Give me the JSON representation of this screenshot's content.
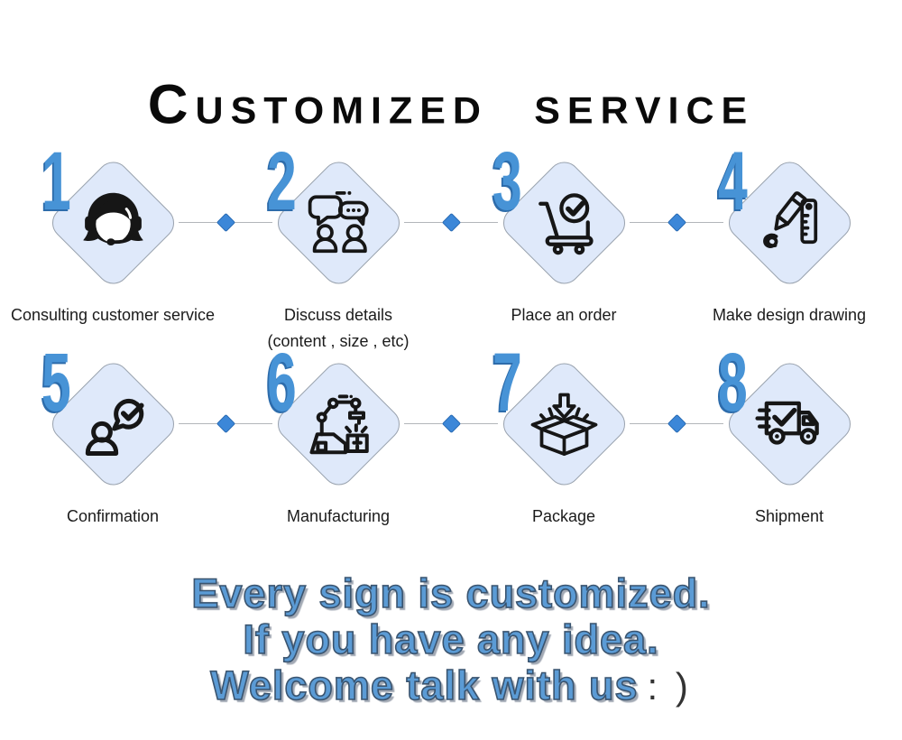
{
  "title": "Customized Service",
  "steps": [
    {
      "number": "1",
      "label": "Consulting customer service",
      "icon": "customer-service-agent"
    },
    {
      "number": "2",
      "label": "Discuss details",
      "label2": "(content , size , etc)",
      "icon": "chat-discussion"
    },
    {
      "number": "3",
      "label": "Place an order",
      "icon": "shopping-cart-check"
    },
    {
      "number": "4",
      "label": "Make design drawing",
      "icon": "pencil-and-ruler"
    },
    {
      "number": "5",
      "label": "Confirmation",
      "icon": "person-check-bubble"
    },
    {
      "number": "6",
      "label": "Manufacturing",
      "icon": "robot-arm"
    },
    {
      "number": "7",
      "label": "Package",
      "icon": "open-box-arrow"
    },
    {
      "number": "8",
      "label": "Shipment",
      "icon": "delivery-truck"
    }
  ],
  "slogan": {
    "line1": "Every sign is customized.",
    "line2": "If you have any idea.",
    "line3": "Welcome talk with us",
    "line3_suffix": ": )"
  },
  "colors": {
    "number_blue": "#4793d6",
    "number_shadow": "#2d6cab",
    "diamond_fill": "#dfe9fa",
    "diamond_border": "#99a2ae",
    "connector_dot_blue": "#3c87d8",
    "connector_line_gray": "#b3b6ba",
    "slogan_fill_blue": "#5b9bd5",
    "slogan_outline": "#3a546f",
    "icon_stroke": "#161616",
    "title_black": "#0a0a0a"
  }
}
